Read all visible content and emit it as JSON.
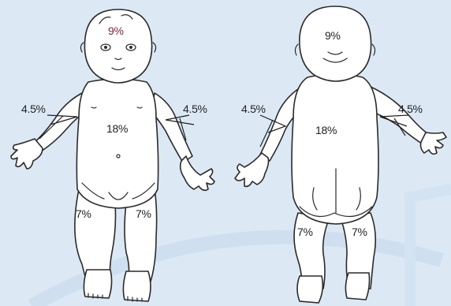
{
  "colors": {
    "background": "#dce9f5",
    "outline": "#2a2a2a",
    "head_front_label": "#7a1f3d"
  },
  "front": {
    "head": "9%",
    "left_arm": "4.5%",
    "right_arm": "4.5%",
    "trunk": "18%",
    "left_leg": "7%",
    "right_leg": "7%"
  },
  "back": {
    "head": "9%",
    "left_arm": "4.5%",
    "right_arm": "4.5%",
    "trunk": "18%",
    "left_leg": "7%",
    "right_leg": "7%"
  }
}
